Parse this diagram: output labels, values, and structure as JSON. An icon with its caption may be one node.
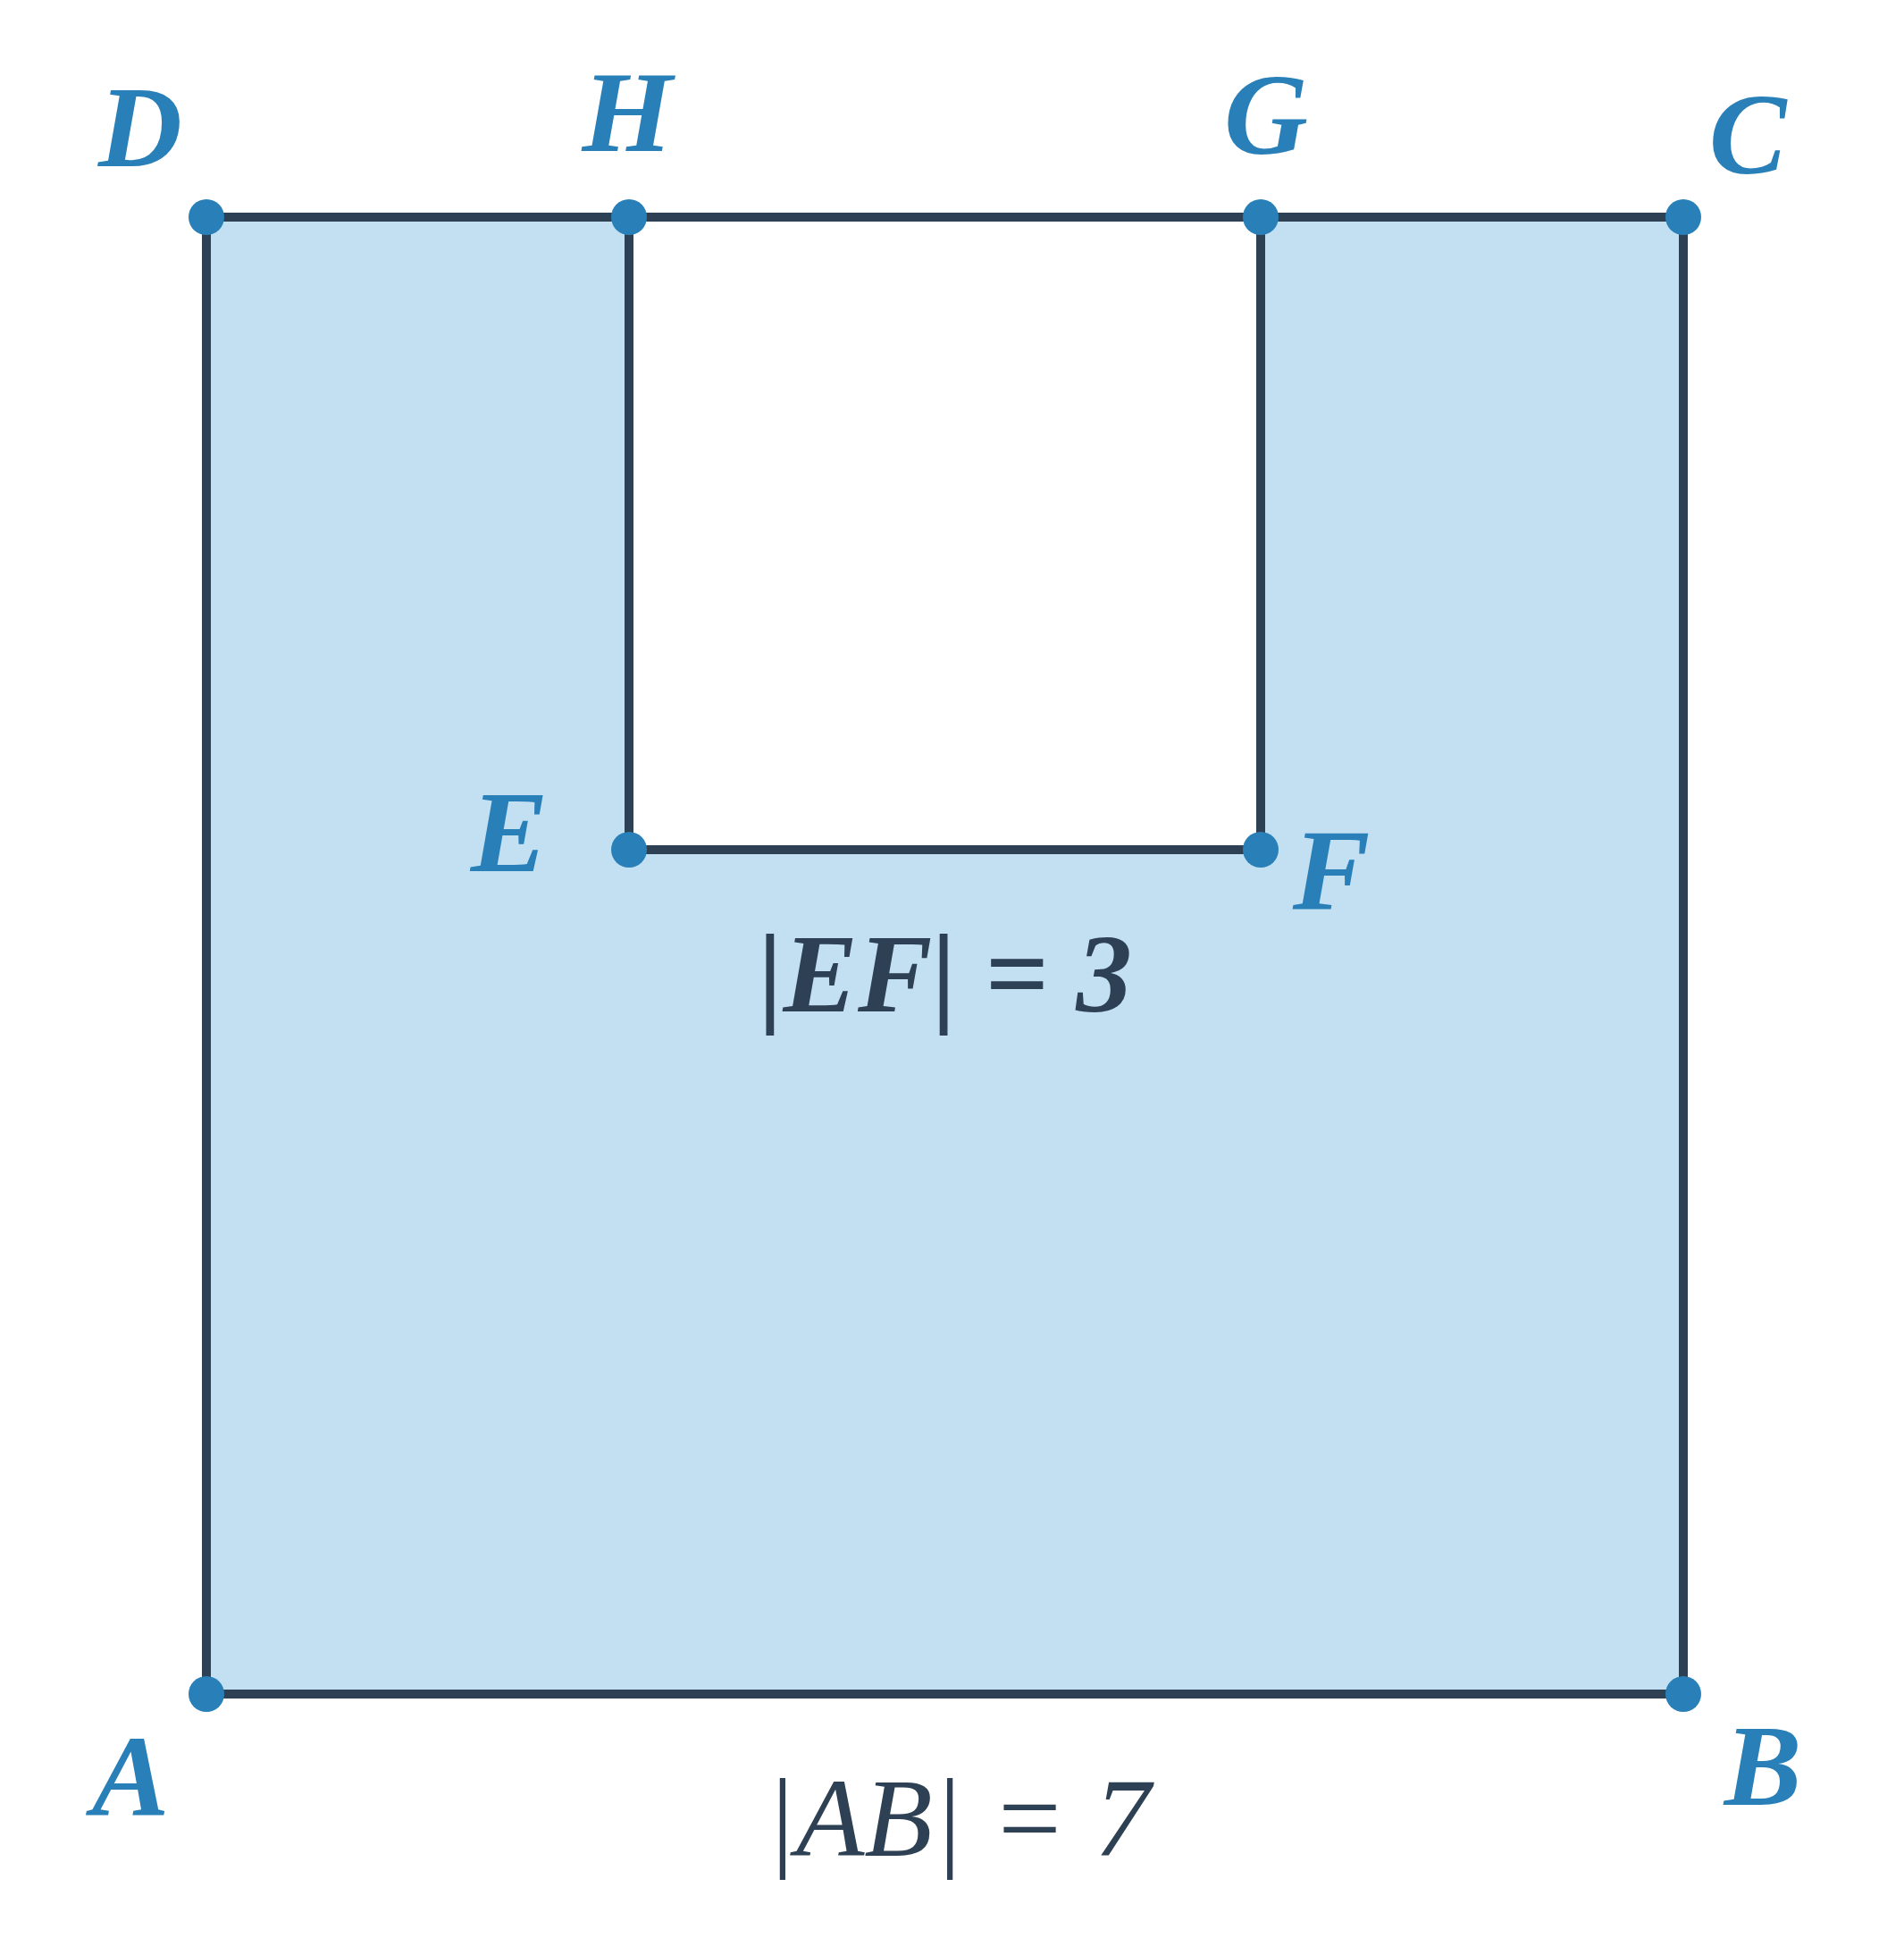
{
  "diagram": {
    "nodes": [
      {
        "text": [
          "D"
        ]
      },
      {
        "text": [
          "H"
        ]
      },
      {
        "text": [
          "G"
        ]
      },
      {
        "text": [
          "C"
        ]
      },
      {
        "text": [
          "E"
        ]
      },
      {
        "text": [
          "F"
        ]
      },
      {
        "text": [
          "A"
        ]
      },
      {
        "text": [
          "B"
        ]
      }
    ],
    "edges": [
      {
        "from": 6,
        "to": 7,
        "arrow": "none"
      },
      {
        "from": 7,
        "to": 3,
        "arrow": "none"
      },
      {
        "from": 3,
        "to": 2,
        "arrow": "none"
      },
      {
        "from": 2,
        "to": 1,
        "arrow": "none"
      },
      {
        "from": 1,
        "to": 0,
        "arrow": "none"
      },
      {
        "from": 0,
        "to": 6,
        "arrow": "none"
      },
      {
        "from": 1,
        "to": 4,
        "arrow": "none"
      },
      {
        "from": 4,
        "to": 5,
        "arrow": "none"
      },
      {
        "from": 5,
        "to": 2,
        "arrow": "none"
      }
    ],
    "labels": [
      "|EF| = 3",
      "|AB| = 7"
    ]
  }
}
